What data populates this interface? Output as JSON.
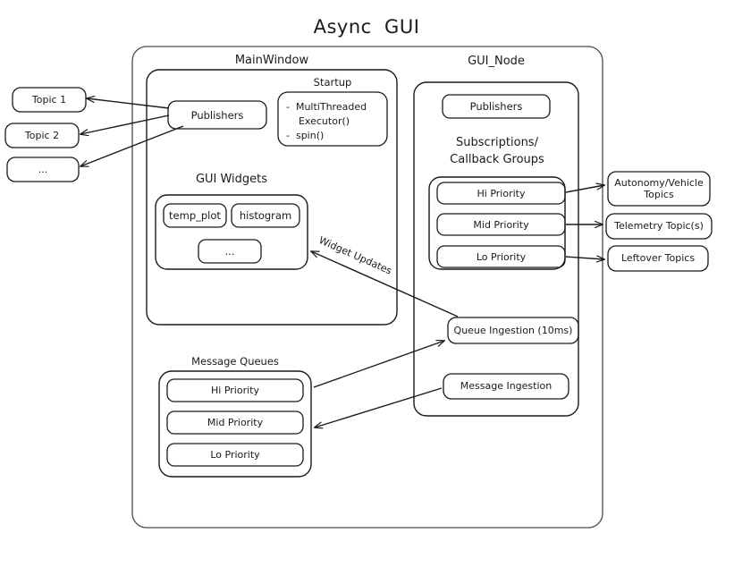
{
  "title": "Async  GUI",
  "outer_container": {
    "name": "async-gui-container"
  },
  "left_topics": [
    {
      "label": "Topic 1"
    },
    {
      "label": "Topic 2"
    },
    {
      "label": "..."
    }
  ],
  "right_topics": [
    {
      "label": "Autonomy/Vehicle\nTopics"
    },
    {
      "label": "Telemetry Topic(s)"
    },
    {
      "label": "Leftover Topics"
    }
  ],
  "main_window": {
    "title": "MainWindow",
    "publishers": {
      "label": "Publishers"
    },
    "startup": {
      "title": "Startup",
      "items": [
        "-  MultiThreaded",
        "    Executor()",
        "-  spin()"
      ],
      "text": "-  MultiThreaded\n    Executor()\n-  spin()"
    },
    "gui_widgets": {
      "title": "GUI Widgets",
      "widgets": [
        {
          "label": "temp_plot"
        },
        {
          "label": "histogram"
        },
        {
          "label": "..."
        }
      ]
    }
  },
  "gui_node": {
    "title": "GUI_Node",
    "publishers": {
      "label": "Publishers"
    },
    "subscriptions": {
      "title": "Subscriptions/\nCallback Groups",
      "title_line1": "Subscriptions/",
      "title_line2": "Callback Groups",
      "groups": [
        {
          "label": "Hi Priority"
        },
        {
          "label": "Mid Priority"
        },
        {
          "label": "Lo Priority"
        }
      ]
    },
    "queue_ingestion": {
      "label": "Queue Ingestion (10ms)"
    },
    "message_ingestion": {
      "label": "Message Ingestion"
    }
  },
  "message_queues": {
    "title": "Message Queues",
    "queues": [
      {
        "label": "Hi Priority"
      },
      {
        "label": "Mid Priority"
      },
      {
        "label": "Lo Priority"
      }
    ]
  },
  "arrow_labels": {
    "widget_updates": "Widget Updates"
  },
  "colors": {
    "stroke": "#1a1a1a",
    "background": "#ffffff",
    "text": "#1a1a1a"
  }
}
